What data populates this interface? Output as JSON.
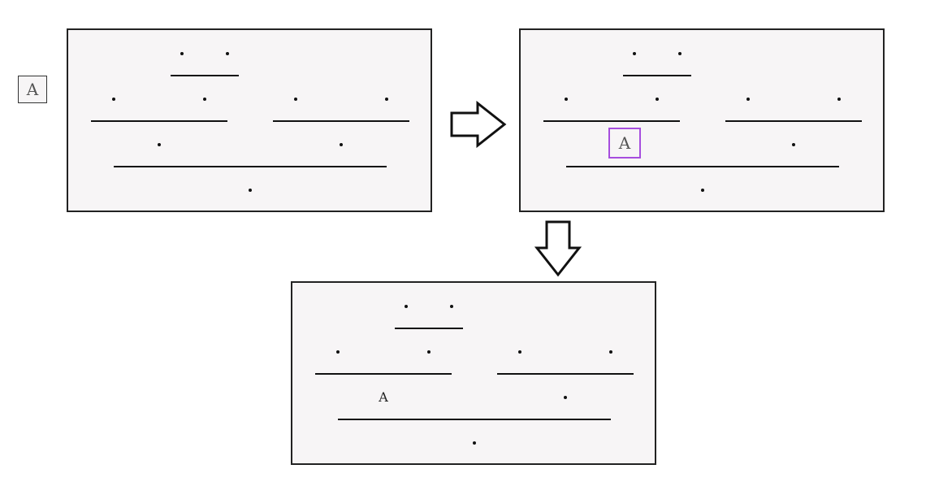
{
  "tile": {
    "label": "A"
  },
  "panels": [
    {
      "name": "initial-state",
      "placed_tile": ""
    },
    {
      "name": "tile-selected-state",
      "placed_tile": "A",
      "highlight_color": "#a64dde"
    },
    {
      "name": "tile-placed-state",
      "placed_tile": "A"
    }
  ],
  "arrows": [
    "right-arrow",
    "down-arrow"
  ],
  "colors": {
    "panel_bg": "#f7f5f6",
    "border": "#222222",
    "highlight": "#a64dde"
  }
}
